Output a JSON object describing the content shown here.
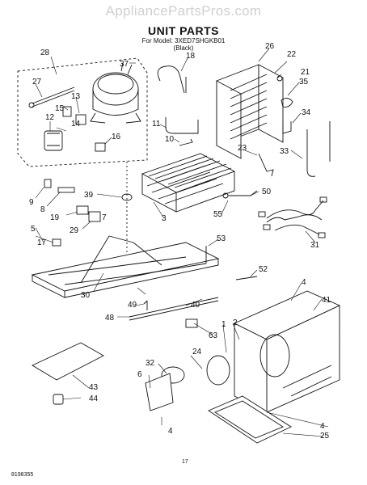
{
  "watermark": "AppliancePartsPros.com",
  "title": "UNIT PARTS",
  "subtitle": {
    "model_line": "For Model: 3XED7SHGKB01",
    "color_line": "(Black)"
  },
  "document_number": "8198355",
  "page_number": "17",
  "callouts": {
    "c28": "28",
    "c37": "37",
    "c18": "18",
    "c27": "27",
    "c15": "15",
    "c13": "13",
    "c12": "12",
    "c14": "14",
    "c16": "16",
    "c26": "26",
    "c22": "22",
    "c21": "21",
    "c35": "35",
    "c34": "34",
    "c33": "33",
    "c23": "23",
    "c11": "11",
    "c10": "10",
    "c9": "9",
    "c8": "8",
    "c39": "39",
    "c19": "19",
    "c7": "7",
    "c29": "29",
    "c17": "17",
    "c5": "5",
    "c3": "3",
    "c50": "50",
    "c55": "55",
    "c31": "31",
    "c53": "53",
    "c52": "52",
    "c30": "30",
    "c49": "49",
    "c48": "48",
    "c40": "40",
    "c4a": "4",
    "c41": "41",
    "c2": "2",
    "c1": "1",
    "c63": "63",
    "c32": "32",
    "c24": "24",
    "c6": "6",
    "c43": "43",
    "c44": "44",
    "c4b": "4",
    "c4c": "4",
    "c25": "25"
  }
}
